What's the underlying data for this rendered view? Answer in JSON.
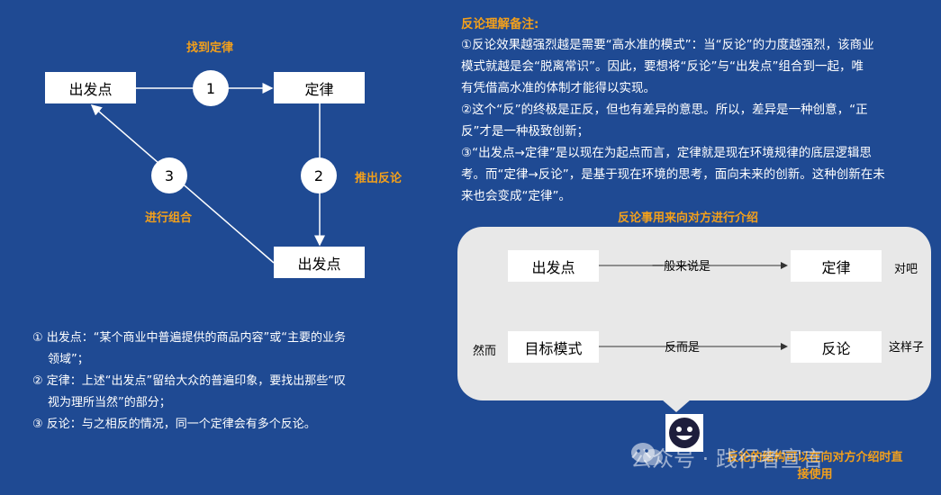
{
  "left_diagram": {
    "title_find_law": "找到定律",
    "box_start_top": "出发点",
    "box_law": "定律",
    "box_start_bottom": "出发点",
    "step1": "1",
    "step2": "2",
    "step3": "3",
    "label_derive_paradox": "推出反论",
    "label_combine": "进行组合"
  },
  "left_notes": [
    "① 出发点：“某个商业中普遍提供的商品内容”或“主要的业务",
    "领域”；",
    "② 定律：上述“出发点”留给大众的普遍印象，要找出那些“叹",
    "视为理所当然”的部分；",
    "③ 反论：与之相反的情况，同一个定律会有多个反论。"
  ],
  "right_notes": {
    "title": "反论理解备注:",
    "lines": [
      "①反论效果越强烈越是需要“高水准的模式”：当“反论”的力度越强烈，该商业",
      "模式就越是会“脱离常识”。因此，要想将“反论”与“出发点”组合到一起，唯",
      "有凭借高水准的体制才能得以实现。",
      "②这个“反”的终极是正反，但也有差异的意思。所以，差异是一种创意，“正",
      "反”才是一种极致创新；",
      "③“出发点→定律”是以现在为起点而言，定律就是现在环境规律的底层逻辑思",
      "考。而“定律→反论”，是基于现在环境的思考，面向未来的创新。这种创新在未",
      "来也会变成“定律”。"
    ]
  },
  "intro_section": {
    "title": "反论事用来向对方进行介绍",
    "row1_left": "出发点",
    "row1_arrow": "一般来说是",
    "row1_right": "定律",
    "row1_suffix": "对吧",
    "row2_prefix": "然而",
    "row2_left": "目标模式",
    "row2_arrow": "反而是",
    "row2_right": "反论",
    "row2_suffix": "这样子",
    "bottom_caption_1": "反论的结构可以在向对方介绍时直",
    "bottom_caption_2": "接使用"
  },
  "watermark": "公众号 · 践行者宣言",
  "colors": {
    "background": "#1f4a93",
    "accent_orange": "#f3a01b",
    "panel_gray": "#e8e8e8"
  }
}
